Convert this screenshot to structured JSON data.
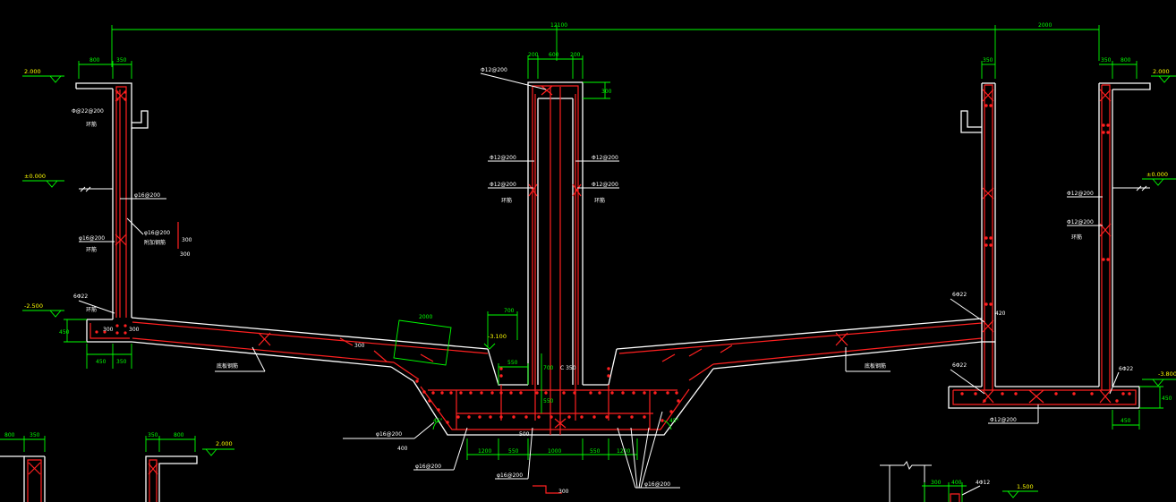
{
  "drawing": {
    "colors": {
      "background": "#000000",
      "structure": "#ffffff",
      "rebar": "#ff2020",
      "dimension": "#00ff00",
      "level": "#ffff00"
    },
    "overall_dims": {
      "total": "12100",
      "right_span": "2000"
    },
    "levels": {
      "top_left": "2.000",
      "ground_left": "±0.000",
      "bottom_left": "-2.500",
      "ground_right": "±0.000",
      "bottom_right": "-3.800",
      "center_trough": "-3.100",
      "lower_left": "2.000",
      "lower_right": "1.500"
    },
    "left_wall": {
      "dim_a": "800",
      "dim_b": "350",
      "rebar_top": "Φ@22@200",
      "note_top": "环筋",
      "rebar_mid_1": "φ16@200",
      "rebar_mid_2": "φ16@200",
      "note_add": "附加钢筋",
      "note_mid": "环筋",
      "vdim": "300",
      "vdim2": "300",
      "rebar_bottom": "6Φ22",
      "note_bottom": "环筋",
      "base_1": "300",
      "base_2": "300",
      "base_3": "450",
      "base_4": "350",
      "base_height": "450"
    },
    "center_wall": {
      "dim_a": "200",
      "dim_b": "600",
      "dim_c": "200",
      "top_label": "Φ12@200",
      "cap_height": "300",
      "left_1": "Φ12@200",
      "left_2": "Φ12@200",
      "left_note": "环筋",
      "right_1": "Φ12@200",
      "right_2": "Φ12@200",
      "right_note": "环筋",
      "trough_dim": "700",
      "trough_w": "550",
      "wall_h": "700",
      "wall_h2": "550",
      "center_label": "C 350"
    },
    "floor": {
      "slab_label": "300",
      "slope_dim": "2000",
      "label_left": "底板钢筋",
      "label_right": "底板钢筋",
      "bottom_dims": [
        "1200",
        "550",
        "1000",
        "550",
        "1200"
      ],
      "rebar_1": "φ16@200",
      "rebar_2": "φ16@200",
      "rebar_3": "φ16@200",
      "rebar_4": "φ16@200",
      "bottom_width": "500",
      "angle_left": "45°",
      "angle_right": "45°",
      "mark_small": "400",
      "lower_label": "300"
    },
    "right_wall": {
      "dim_350": "350",
      "dim_r1": "350",
      "dim_r2": "800",
      "rebar_1": "Φ12@200",
      "rebar_2": "Φ12@200",
      "note": "环筋",
      "rebar_bottom": "6Φ22",
      "rebar_bottom2": "6Φ22",
      "rebar_bottom3": "6Φ22",
      "wall_h": "420",
      "base_h": "450",
      "base_w": "450",
      "base_label": "Φ12@200"
    },
    "details": {
      "d1_a": "800",
      "d1_b": "350",
      "d2_a": "350",
      "d2_b": "800",
      "d3_a": "300",
      "d3_b": "400",
      "d3_c": "4Φ12"
    }
  }
}
